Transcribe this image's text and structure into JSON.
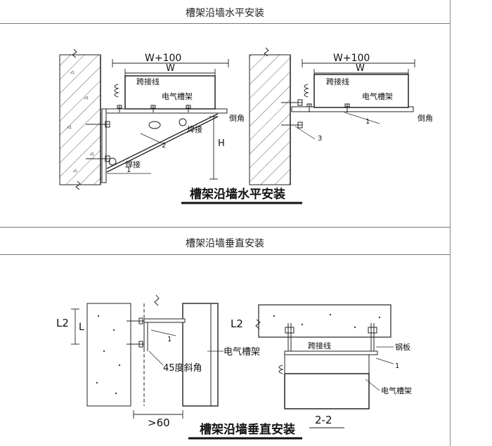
{
  "section_top": {
    "header": "槽架沿墙水平安装",
    "caption": "槽架沿墙水平安装",
    "left": {
      "dim_outer": "W+100",
      "dim_inner": "W",
      "jumper": "跨接线",
      "tray": "电气槽架",
      "weld1": "焊接",
      "weld2": "焊接",
      "chamfer": "倒角",
      "height": "H",
      "tag1": "1",
      "tag2": "2"
    },
    "right": {
      "dim_outer": "W+100",
      "dim_inner": "W",
      "jumper": "跨接线",
      "tray": "电气槽架",
      "chamfer": "倒角",
      "tag1": "1",
      "tag3": "3"
    }
  },
  "section_bottom": {
    "header": "槽架沿墙垂直安装",
    "caption": "槽架沿墙垂直安装",
    "left": {
      "dim_l2": "L2",
      "dim_l": "L",
      "tag1": "1",
      "angle": "45度斜角",
      "tray": "电气槽架",
      "dim_gap": ">60"
    },
    "right": {
      "dim_l2": "L2",
      "jumper": "跨接线",
      "plate": "钢板",
      "tag1": "1",
      "tray": "电气槽架",
      "section": "2-2"
    }
  }
}
